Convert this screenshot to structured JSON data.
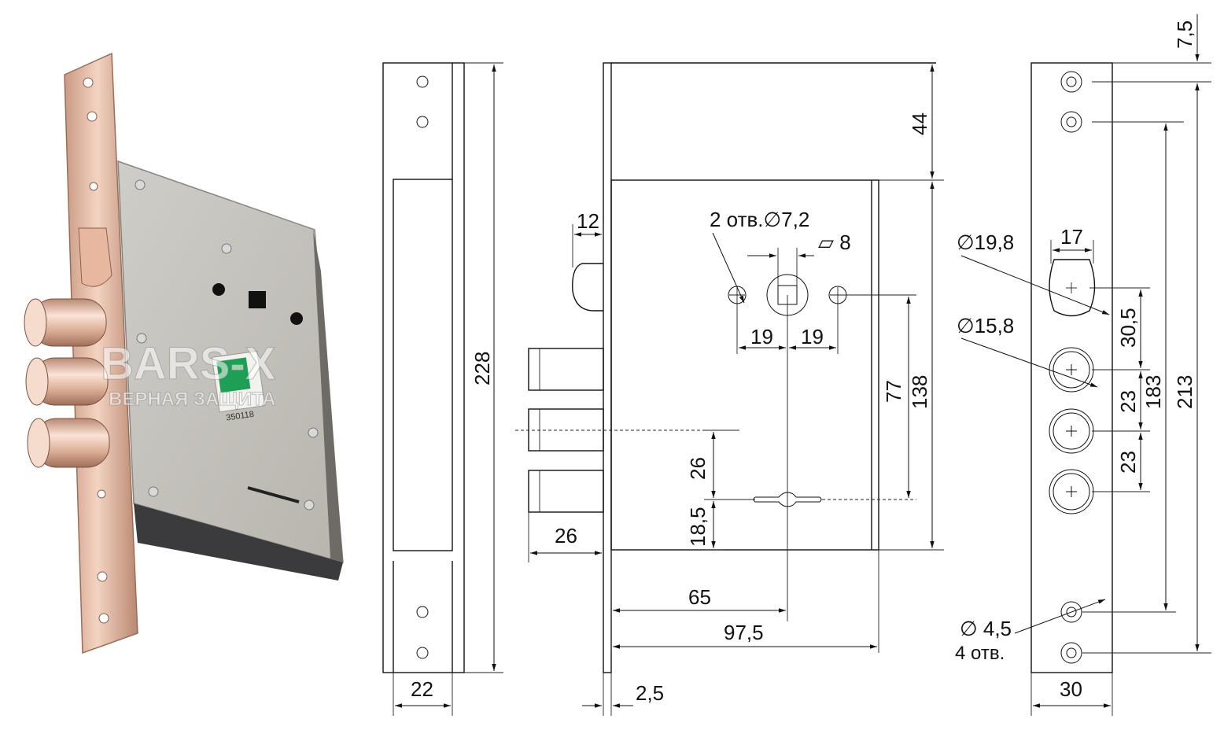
{
  "photo": {
    "watermark_brand": "BARS-X",
    "watermark_tagline": "ВЕРНАЯ ЗАЩИТА",
    "sticker_number": "350118"
  },
  "front_view": {
    "height_label": "228",
    "width_label": "22"
  },
  "side_view": {
    "top_offset_label": "44",
    "latch_label": "12",
    "holes_label": "2 отв.∅7,2",
    "spindle_label": "▱ 8",
    "spacing_left_label": "19",
    "spacing_right_label": "19",
    "spindle_to_key_label": "77",
    "body_height_label": "138",
    "bolt_to_key_label": "26",
    "key_to_bottom_label": "18,5",
    "bolt_throw_label": "26",
    "backset_label": "65",
    "body_depth_label": "97,5",
    "faceplate_thickness_label": "2,5"
  },
  "faceplate_view": {
    "top_label": "7,5",
    "latch_dia_label": "∅19,8",
    "latch_width_label": "17",
    "latch_offset_label": "30,5",
    "bolt_dia_label": "∅15,8",
    "bolt_pitch_1_label": "23",
    "bolt_pitch_2_label": "23",
    "span_183_label": "183",
    "span_213_label": "213",
    "screw_dia_label": "∅ 4,5",
    "screw_count_label": "4 отв.",
    "width_label": "30"
  }
}
